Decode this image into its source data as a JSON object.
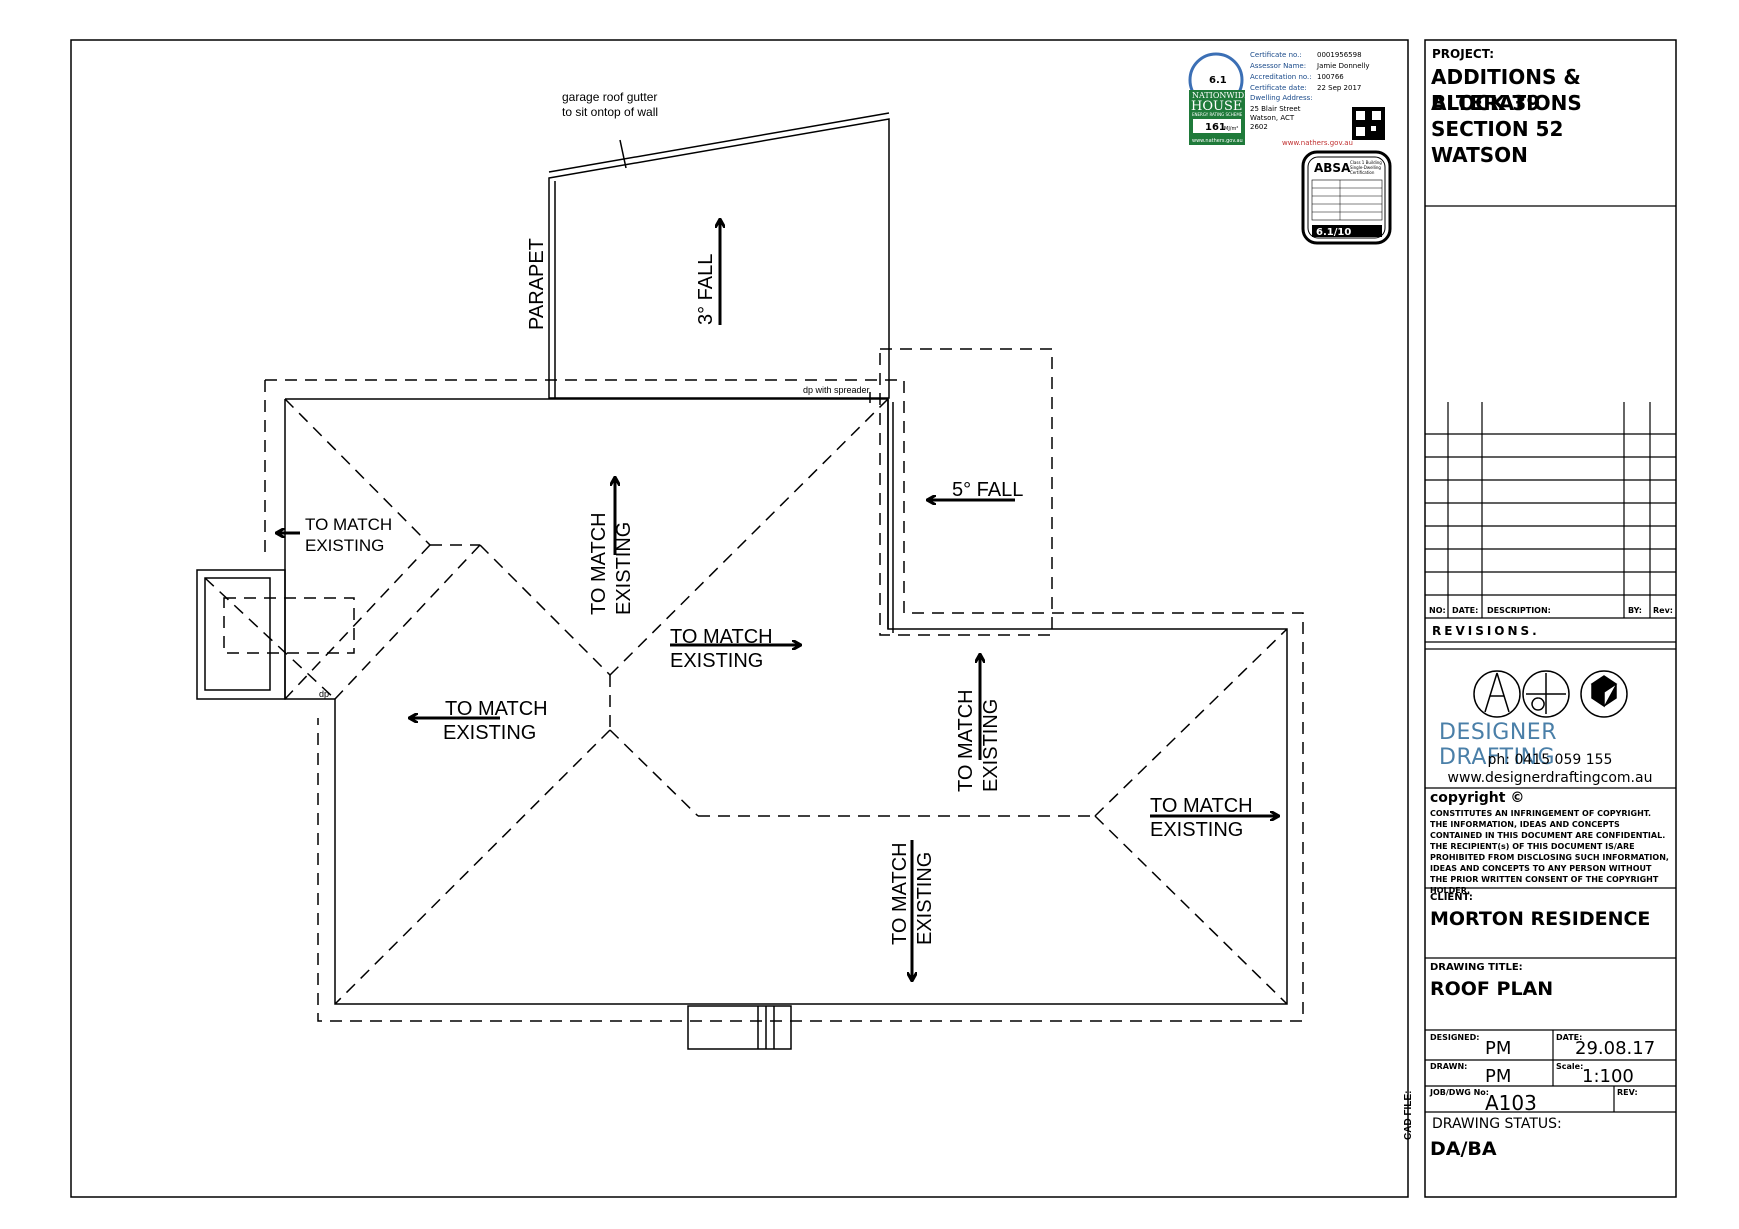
{
  "drawing": {
    "labels": {
      "garage_gutter_line1": "garage roof gutter",
      "garage_gutter_line2": "to sit ontop of wall",
      "parapet": "PARAPET",
      "fall_3": "3° FALL",
      "fall_5": "5° FALL",
      "dp_with_spreader": "dp with spreader",
      "dp": "dp",
      "to_match": "TO MATCH",
      "existing": "EXISTING"
    },
    "nathers": {
      "star_rating": "6.1",
      "brand_line1": "NATIONWIDE",
      "brand_line2": "HOUSE",
      "brand_line3": "ENERGY RATING SCHEME",
      "energy_value": "161",
      "energy_unit": "MJ/m²",
      "website": "www.nathers.gov.au",
      "fields": [
        {
          "label": "Certificate no.:",
          "value": "0001956598"
        },
        {
          "label": "Assessor Name:",
          "value": "Jamie Donnelly"
        },
        {
          "label": "Accreditation no.:",
          "value": "100766"
        },
        {
          "label": "Certificate date:",
          "value": "22 Sep 2017"
        },
        {
          "label": "Dwelling Address:",
          "value": ""
        }
      ],
      "address_lines": [
        "25 Blair Street",
        "Watson, ACT",
        "2602"
      ]
    },
    "absa": {
      "brand": "ABSA",
      "cert_line1": "Class 1 Building",
      "cert_line2": "Single-Dwelling",
      "cert_line3": "Certification",
      "rating": "6.1/10"
    }
  },
  "title_block": {
    "project_label": "PROJECT:",
    "project_lines": [
      "ADDITIONS & ALTERATIONS",
      "BLOCK 39",
      "SECTION 52",
      "WATSON"
    ],
    "revision_headers": {
      "no": "NO:",
      "date": "DATE:",
      "description": "DESCRIPTION:",
      "by": "BY:",
      "rev": "Rev:"
    },
    "revisions_label": "REVISIONS.",
    "company": {
      "first": "DESIGNER",
      "second": "DRAFTING",
      "phone": "ph: 0415 059 155",
      "website": "www.designerdraftingcom.au"
    },
    "copyright_title": "copyright",
    "copyright_body": "CONSTITUTES AN INFRINGEMENT OF COPYRIGHT. THE INFORMATION, IDEAS AND CONCEPTS CONTAINED IN THIS DOCUMENT ARE CONFIDENTIAL. THE RECIPIENT(s) OF THIS DOCUMENT IS/ARE PROHIBITED FROM DISCLOSING SUCH INFORMATION, IDEAS AND CONCEPTS TO ANY PERSON WITHOUT THE PRIOR WRITTEN CONSENT OF THE COPYRIGHT HOLDER.",
    "client_label": "CLIENT:",
    "client": "MORTON RESIDENCE",
    "drawing_title_label": "DRAWING TITLE:",
    "drawing_title": "ROOF PLAN",
    "designed_label": "DESIGNED:",
    "designed": "PM",
    "date_label": "DATE:",
    "date": "29.08.17",
    "drawn_label": "DRAWN:",
    "drawn": "PM",
    "scale_label": "Scale:",
    "scale": "1:100",
    "job_label": "JOB/DWG No:",
    "job": "A103",
    "rev_label": "REV:",
    "status_label": "DRAWING STATUS:",
    "status": "DA/BA",
    "cad_file_label": "CAD FILE:"
  }
}
